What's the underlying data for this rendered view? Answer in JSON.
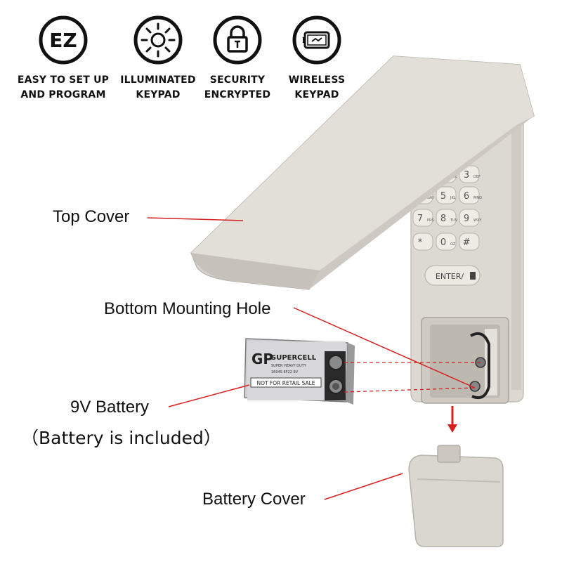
{
  "features": [
    {
      "icon": "ez-icon",
      "badge": "EZ",
      "line1": "EASY TO SET UP",
      "line2": "AND PROGRAM"
    },
    {
      "icon": "sun-icon",
      "line1": "ILLUMINATED",
      "line2": "KEYPAD"
    },
    {
      "icon": "padlock-icon",
      "line1": "SECURITY",
      "line2": "ENCRYPTED"
    },
    {
      "icon": "wireless-keypad-icon",
      "line1": "WIRELESS",
      "line2": "KEYPAD"
    }
  ],
  "callouts": {
    "top_cover": "Top Cover",
    "mounting_hole": "Bottom Mounting Hole",
    "battery": "9V Battery",
    "battery_note": "（Battery is included）",
    "battery_cover": "Battery Cover"
  },
  "keypad": {
    "keys": [
      "2 ABC",
      "3 DEF",
      "4 GHI",
      "5 JKL",
      "6 MNO",
      "7 PRS",
      "8 TUV",
      "9 WXY",
      "*",
      "0 OZ",
      "#"
    ],
    "enter_label": "ENTER/"
  },
  "battery": {
    "brand": "GP",
    "model": "SUPERCELL",
    "subtitle": "SUPER HEAVY DUTY",
    "code": "1604S 6F22 9V",
    "warning": "NOT FOR RETAIL SALE"
  },
  "colors": {
    "housing": "#d9d6d0",
    "housing_shadow": "#bdb9b2",
    "callout_line": "#d62020",
    "arrow": "#d62020"
  }
}
